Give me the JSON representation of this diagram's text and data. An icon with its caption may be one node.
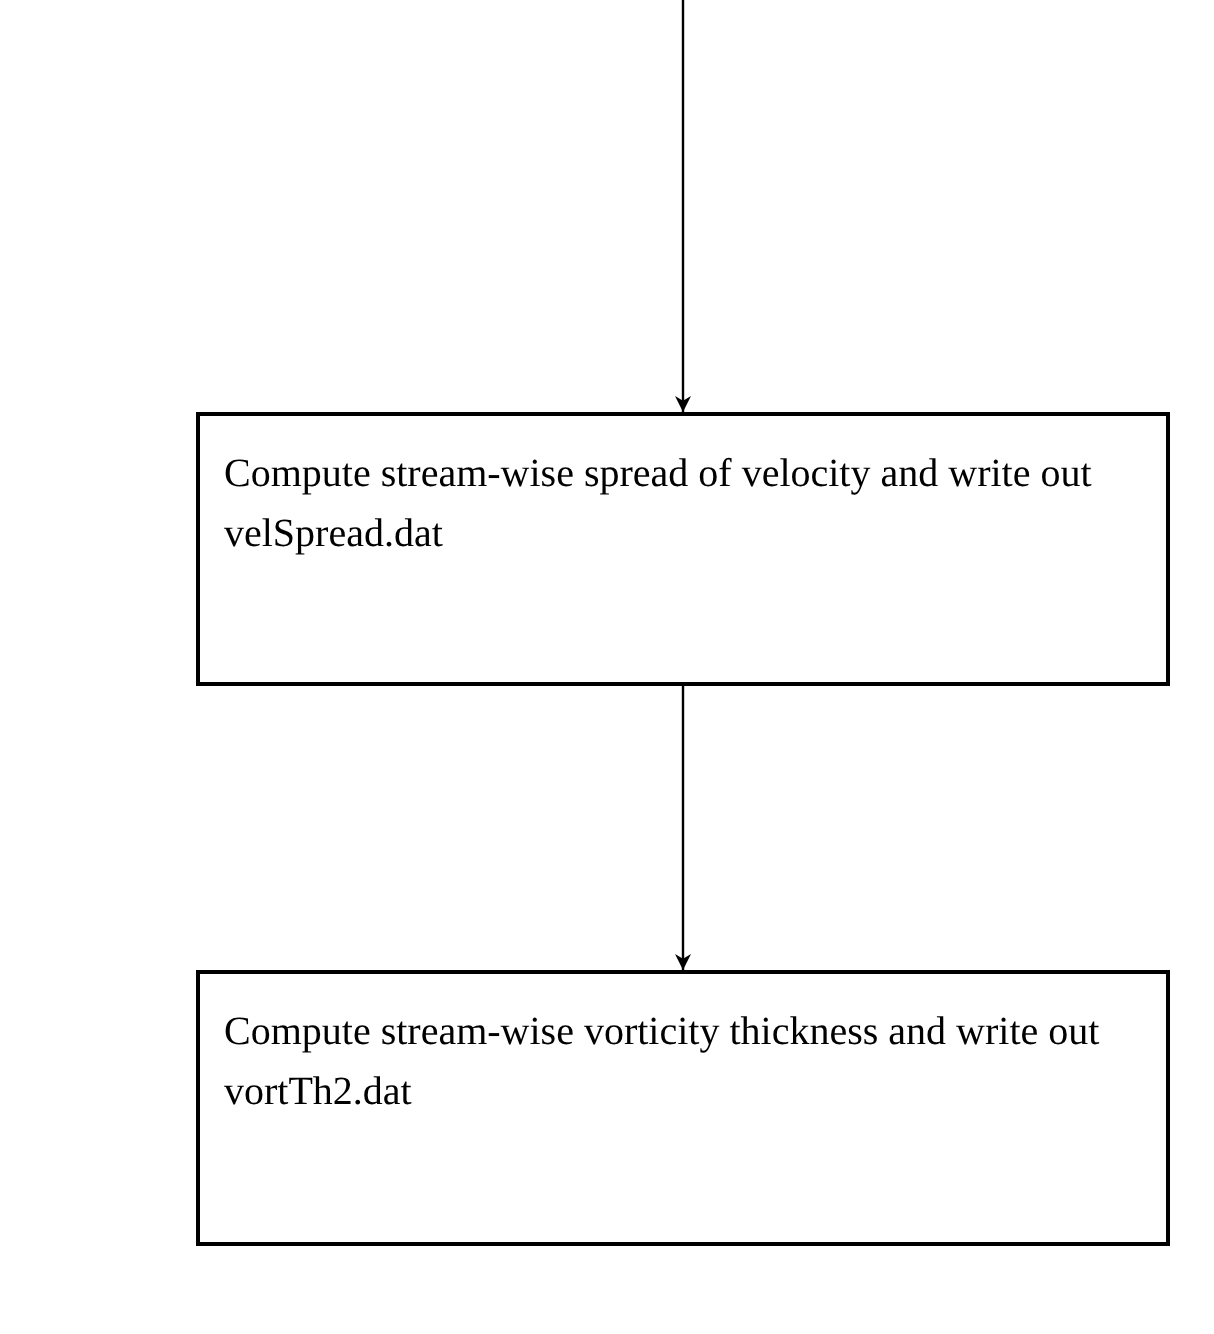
{
  "diagram": {
    "nodes": [
      {
        "text": [
          "Compute stream-wise spread of velocity and write out velSpread.dat"
        ]
      },
      {
        "text": [
          "Compute stream-wise vorticity thickness and write out vortTh2.dat"
        ]
      }
    ],
    "edges": [
      {
        "from": null,
        "to": 0,
        "arrow": "to"
      },
      {
        "from": 0,
        "to": 1,
        "arrow": "to"
      }
    ]
  }
}
